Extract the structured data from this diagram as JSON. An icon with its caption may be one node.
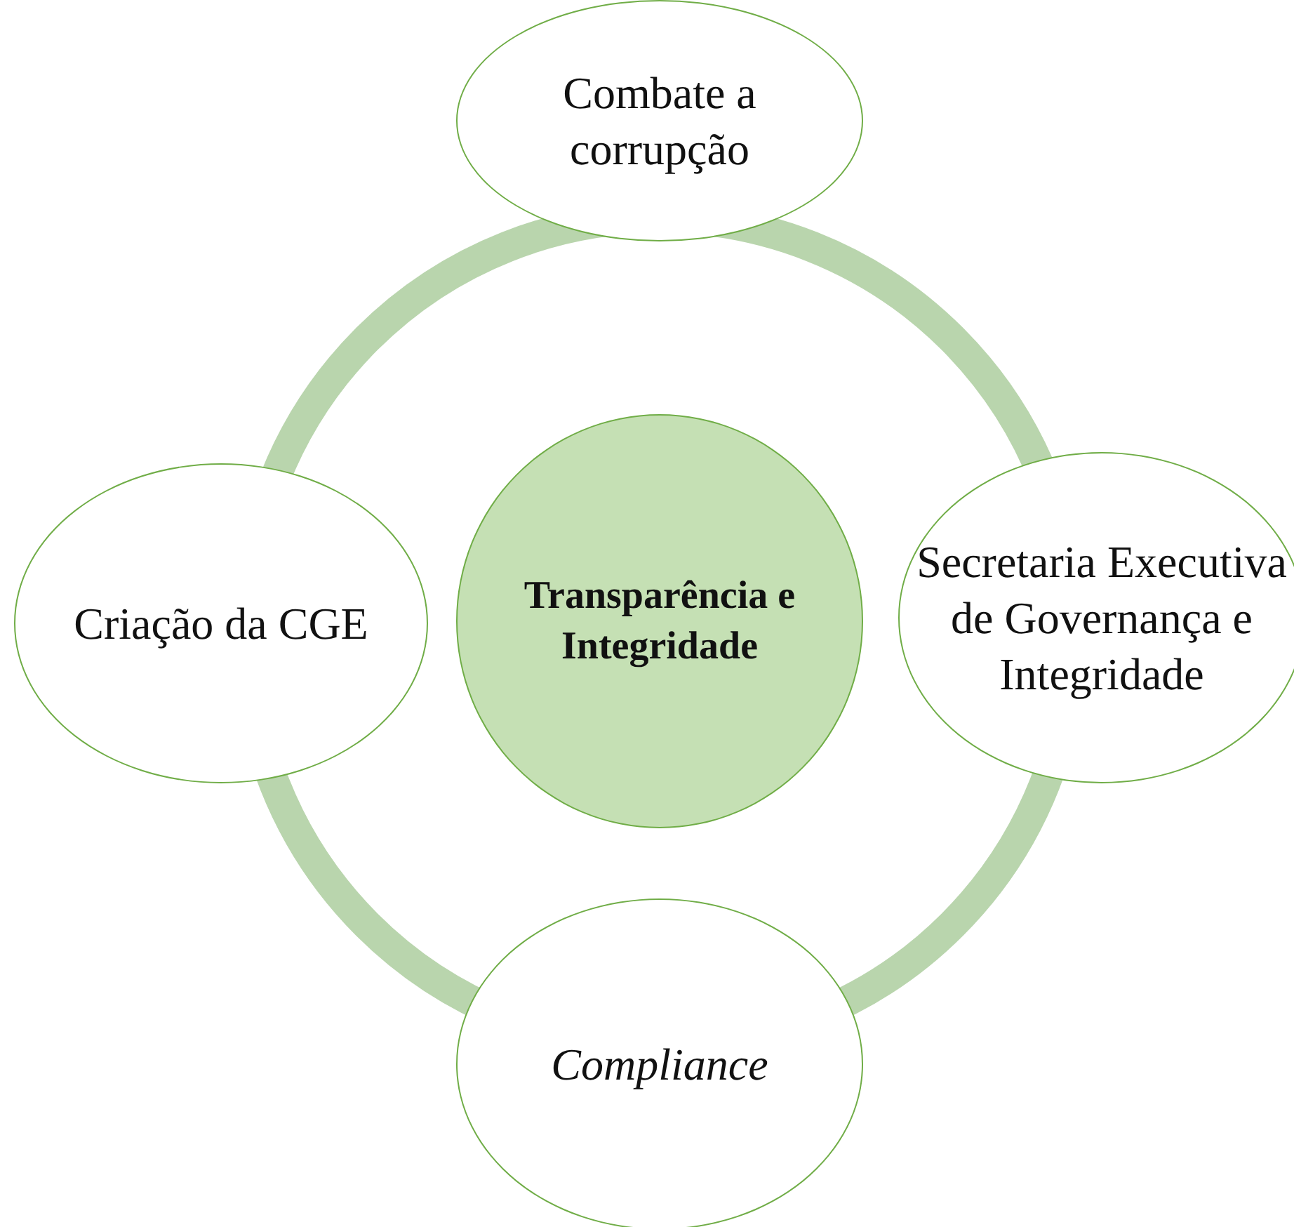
{
  "diagram": {
    "nodes": [
      {
        "text": [
          "Combate a corrupção"
        ]
      },
      {
        "text": [
          "Criação da CGE"
        ]
      },
      {
        "text": [
          "Transparência e Integridade"
        ]
      },
      {
        "text": [
          "Secretaria Executiva de Governança e Integridade"
        ]
      },
      {
        "text": [
          "Compliance"
        ]
      }
    ]
  }
}
